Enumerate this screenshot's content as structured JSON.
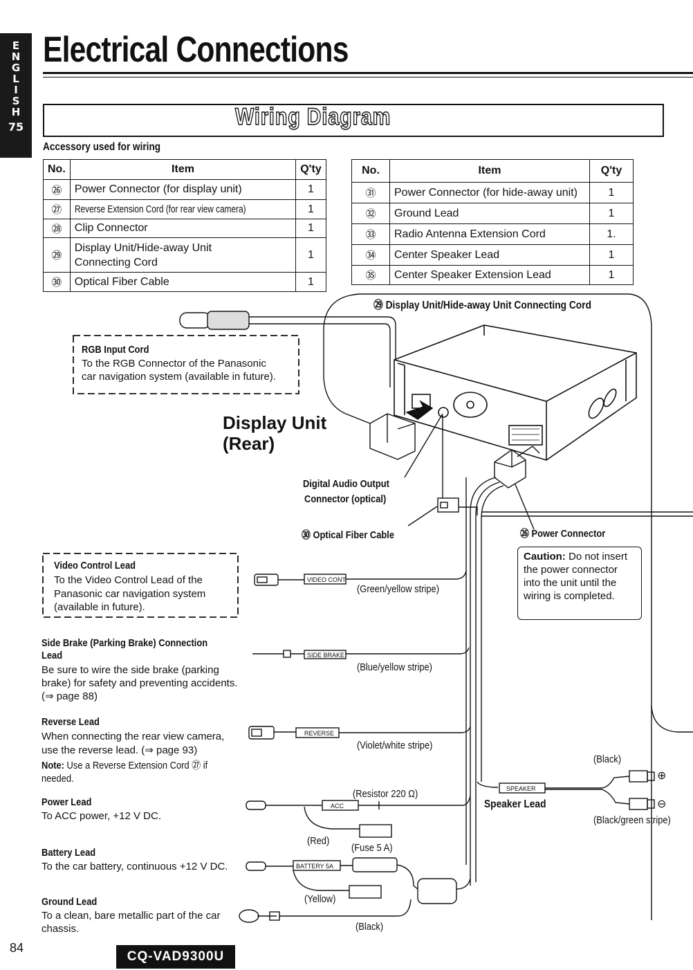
{
  "side_tab": {
    "letters": [
      "E",
      "N",
      "G",
      "L",
      "I",
      "S",
      "H"
    ],
    "page_index": "75"
  },
  "title": "Electrical Connections",
  "section_banner": "Wiring Diagram",
  "accessory_heading": "Accessory used for wiring",
  "table_headers": {
    "no": "No.",
    "item": "Item",
    "qty": "Q'ty"
  },
  "accessories_left": [
    {
      "no": "㉖",
      "item": "Power Connector (for display unit)",
      "qty": "1"
    },
    {
      "no": "㉗",
      "item": "Reverse Extension Cord (for rear view camera)",
      "qty": "1"
    },
    {
      "no": "㉘",
      "item": "Clip Connector",
      "qty": "1"
    },
    {
      "no": "㉙",
      "item": "Display Unit/Hide-away Unit Connecting Cord",
      "qty": "1"
    },
    {
      "no": "㉚",
      "item": "Optical Fiber Cable",
      "qty": "1"
    }
  ],
  "accessories_right": [
    {
      "no": "㉛",
      "item": "Power Connector (for hide-away unit)",
      "qty": "1"
    },
    {
      "no": "㉜",
      "item": "Ground Lead",
      "qty": "1"
    },
    {
      "no": "㉝",
      "item": "Radio Antenna Extension Cord",
      "qty": "1."
    },
    {
      "no": "㉞",
      "item": "Center Speaker Lead",
      "qty": "1"
    },
    {
      "no": "㉟",
      "item": "Center Speaker Extension Lead",
      "qty": "1"
    }
  ],
  "diagram": {
    "connecting_cord_label": "㉙ Display Unit/Hide-away Unit Connecting Cord",
    "rgb": {
      "title": "RGB Input Cord",
      "line1": "To the RGB Connector of the Panasonic",
      "line2": "car navigation system (available in future)."
    },
    "display_unit": {
      "line1": "Display Unit",
      "line2": "(Rear)"
    },
    "digital_audio": {
      "line1": "Digital Audio Output",
      "line2": "Connector (optical)"
    },
    "optical_fiber_label": "㉚ Optical Fiber Cable",
    "power_connector_label": "㉖ Power Connector",
    "caution": {
      "prefix": "Caution:",
      "text": "Do not insert the power connector into the unit until the wiring is completed."
    },
    "video_control": {
      "title": "Video Control Lead",
      "line1": "To the Video Control Lead of the",
      "line2": "Panasonic car navigation system",
      "line3": "(available in future).",
      "tag": "VIDEO CONT",
      "stripe": "(Green/yellow stripe)"
    },
    "side_brake": {
      "title1": "Side Brake (Parking Brake) Connection",
      "title2": "Lead",
      "line1": "Be sure to wire the side brake (parking",
      "line2": "brake) for safety and preventing accidents.",
      "line3": "(⇒ page 88)",
      "tag": "SIDE BRAKE",
      "stripe": "(Blue/yellow stripe)"
    },
    "reverse": {
      "title": "Reverse Lead",
      "line1": "When connecting the rear view camera,",
      "line2": "use the reverse lead. (⇒ page 93)",
      "note_label": "Note:",
      "note_text": "Use a Reverse Extension Cord ㉗ if",
      "note_line2": "needed.",
      "tag": "REVERSE",
      "stripe": "(Violet/white stripe)"
    },
    "speaker": {
      "title": "Speaker Lead",
      "tag": "SPEAKER",
      "black": "(Black)",
      "black_green": "(Black/green stripe)",
      "plus": "⊕",
      "minus": "⊖"
    },
    "power": {
      "title": "Power Lead",
      "line1": "To ACC power, +12 V DC.",
      "tag": "ACC",
      "resistor": "(Resistor 220 Ω)",
      "red": "(Red)"
    },
    "battery": {
      "title": "Battery Lead",
      "line1": "To the car battery, continuous +12 V DC.",
      "tag": "BATTERY 5A",
      "fuse": "(Fuse 5 A)",
      "yellow": "(Yellow)"
    },
    "ground": {
      "title": "Ground Lead",
      "line1": "To a clean, bare metallic part of the car",
      "line2": "chassis.",
      "black": "(Black)"
    }
  },
  "page_number": "84",
  "model": "CQ-VAD9300U"
}
